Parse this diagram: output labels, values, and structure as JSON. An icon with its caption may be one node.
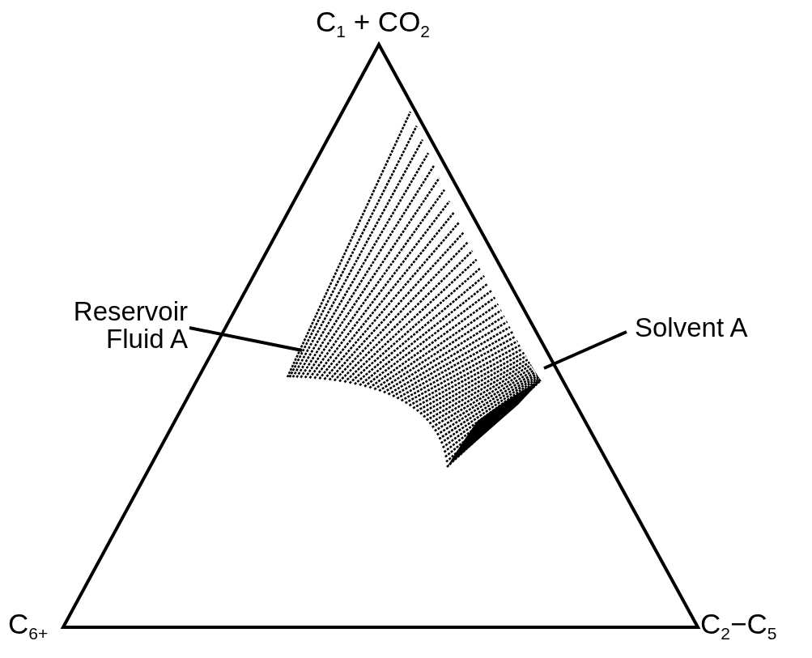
{
  "diagram": {
    "nodes": [
      {
        "text": [
          "Reservoir Fluid A"
        ]
      },
      {
        "text": [
          "Solvent A"
        ]
      }
    ],
    "edges": [
      {
        "from": 0,
        "to": null,
        "arrow": "none"
      },
      {
        "from": 1,
        "to": null,
        "arrow": "none"
      }
    ],
    "labels": [
      "C$_{1}$ + CO$_{2}$",
      "C$_{6+}$",
      "C$_{2}$−C$_{5}$"
    ]
  }
}
